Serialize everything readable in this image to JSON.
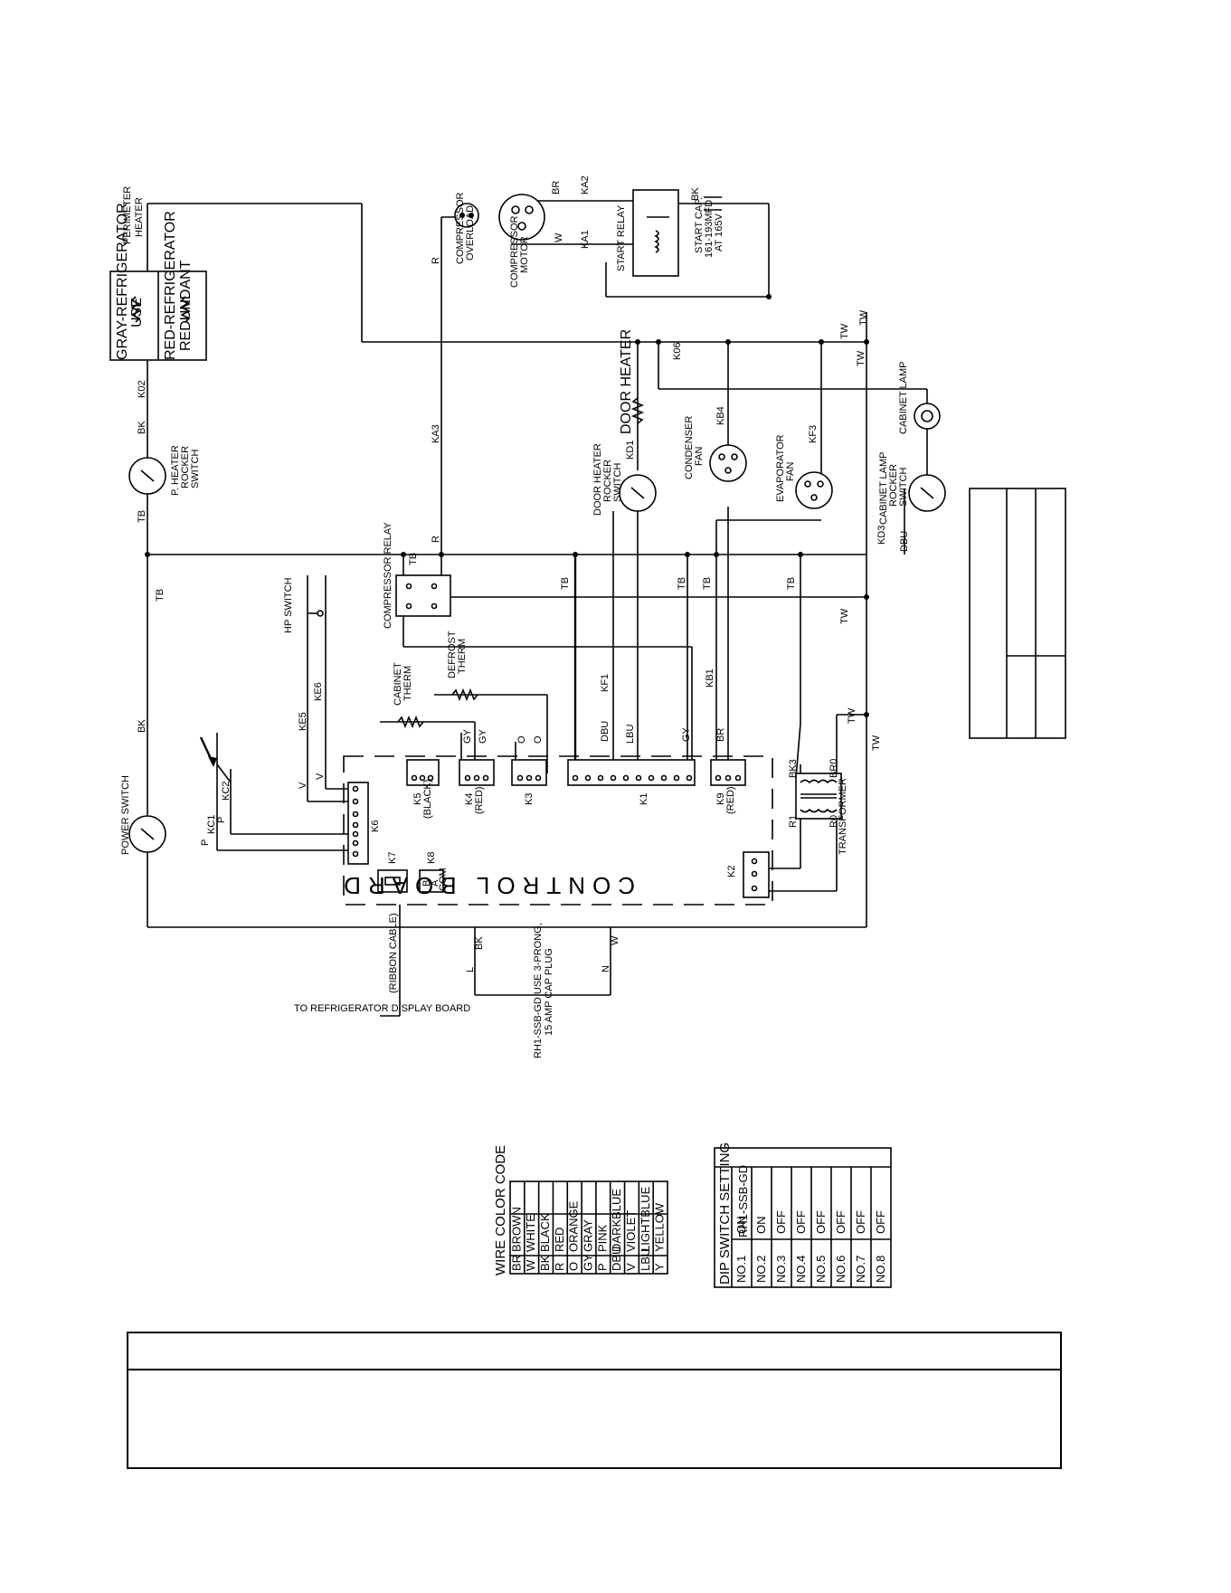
{
  "labels": {
    "perimeter_heater": [
      "PERIMETER",
      "HEATER"
    ],
    "gray_refrigerator": "GRAY-REFRIGERATOR",
    "use": "USE",
    "red_refrigerator": "RED-REFRIGERATOR",
    "redundant": "REDUNDANT",
    "p_heater_switch": [
      "P. HEATER",
      "ROCKER",
      "SWITCH"
    ],
    "power_switch": "POWER SWITCH",
    "hp_switch": "HP SWITCH",
    "compressor_overload": [
      "COMPRESSOR",
      "OVERLOAD"
    ],
    "compressor_motor": [
      "COMPRESSOR",
      "MOTOR"
    ],
    "start_relay": "START RELAY",
    "start_cap": [
      "START CAP.",
      "161-193MFD",
      "AT 165V"
    ],
    "door_heater": "DOOR HEATER",
    "door_heater_switch": [
      "DOOR HEATER",
      "ROCKER",
      "SWITCH"
    ],
    "condenser_fan": [
      "CONDENSER",
      "FAN"
    ],
    "evaporator_fan": [
      "EVAPORATOR",
      "FAN"
    ],
    "cabinet_lamp": "CABINET LAMP",
    "cabinet_lamp_switch": [
      "CABINET LAMP",
      "ROCKER",
      "SWITCH"
    ],
    "compressor_relay": "COMPRESSOR RELAY",
    "cabinet_therm": [
      "CABINET",
      "THERM"
    ],
    "defrost_therm": [
      "DEFROST",
      "THERM"
    ],
    "control_board": "CONTROL BOARD",
    "transformer": "TRANSFORMER",
    "ribbon_cable": "(RIBBON CABLE)",
    "display_board": "TO REFRIGERATOR DISPLAY BOARD",
    "plug_note": [
      "RH1-SSB-GD USE 3-PRONG,",
      "15 AMP CAP PLUG"
    ],
    "k5": [
      "K5",
      "(BLACK)"
    ],
    "k4": [
      "K4",
      "(RED)"
    ],
    "k3": "K3",
    "k1": "K1",
    "k9": [
      "K9",
      "(RED)"
    ],
    "k6": "K6",
    "k7": "K7",
    "k8": "K8",
    "k2": "K2",
    "k8_pins": [
      "B",
      "A",
      "COM"
    ]
  },
  "wires": {
    "br": "BR",
    "bk": "BK",
    "w": "W",
    "r": "R",
    "tb": "TB",
    "tw": "TW",
    "v": "V",
    "p": "P",
    "dbu": "DBU",
    "lbu": "LBU",
    "gy": "GY",
    "o": "O",
    "l": "L",
    "n": "N",
    "ka2": "KA2",
    "ka1": "KA1",
    "ka3": "KA3",
    "k02": "K02",
    "k06": "K06",
    "kd1": "KD1",
    "kb4": "KB4",
    "kf3": "KF3",
    "kd3": "KD3",
    "kf1": "KF1",
    "kb1": "KB1",
    "ke5": "KE5",
    "ke6": "KE6",
    "kc1": "KC1",
    "kc2": "KC2",
    "bk3": "BK3",
    "br0": "BR0",
    "r1": "R1",
    "r0": "R0"
  },
  "wire_color_code": {
    "title": "WIRE COLOR CODE",
    "rows": [
      [
        "BR",
        "BROWN"
      ],
      [
        "W",
        "WHITE"
      ],
      [
        "BK",
        "BLACK"
      ],
      [
        "R",
        "RED"
      ],
      [
        "O",
        "ORANGE"
      ],
      [
        "GY",
        "GRAY"
      ],
      [
        "P",
        "PINK"
      ],
      [
        "DBU",
        "DARKBLUE"
      ],
      [
        "V",
        "VIOLET"
      ],
      [
        "LBU",
        "LIGHTBLUE"
      ],
      [
        "Y",
        "YELLOW"
      ]
    ]
  },
  "dip_switch": {
    "title": "DIP SWITCH SETTING",
    "model": "RH1-SSB-GD",
    "rows": [
      [
        "NO.1",
        "ON"
      ],
      [
        "NO.2",
        "ON"
      ],
      [
        "NO.3",
        "OFF"
      ],
      [
        "NO.4",
        "OFF"
      ],
      [
        "NO.5",
        "OFF"
      ],
      [
        "NO.6",
        "OFF"
      ],
      [
        "NO.7",
        "OFF"
      ],
      [
        "NO.8",
        "OFF"
      ]
    ]
  }
}
